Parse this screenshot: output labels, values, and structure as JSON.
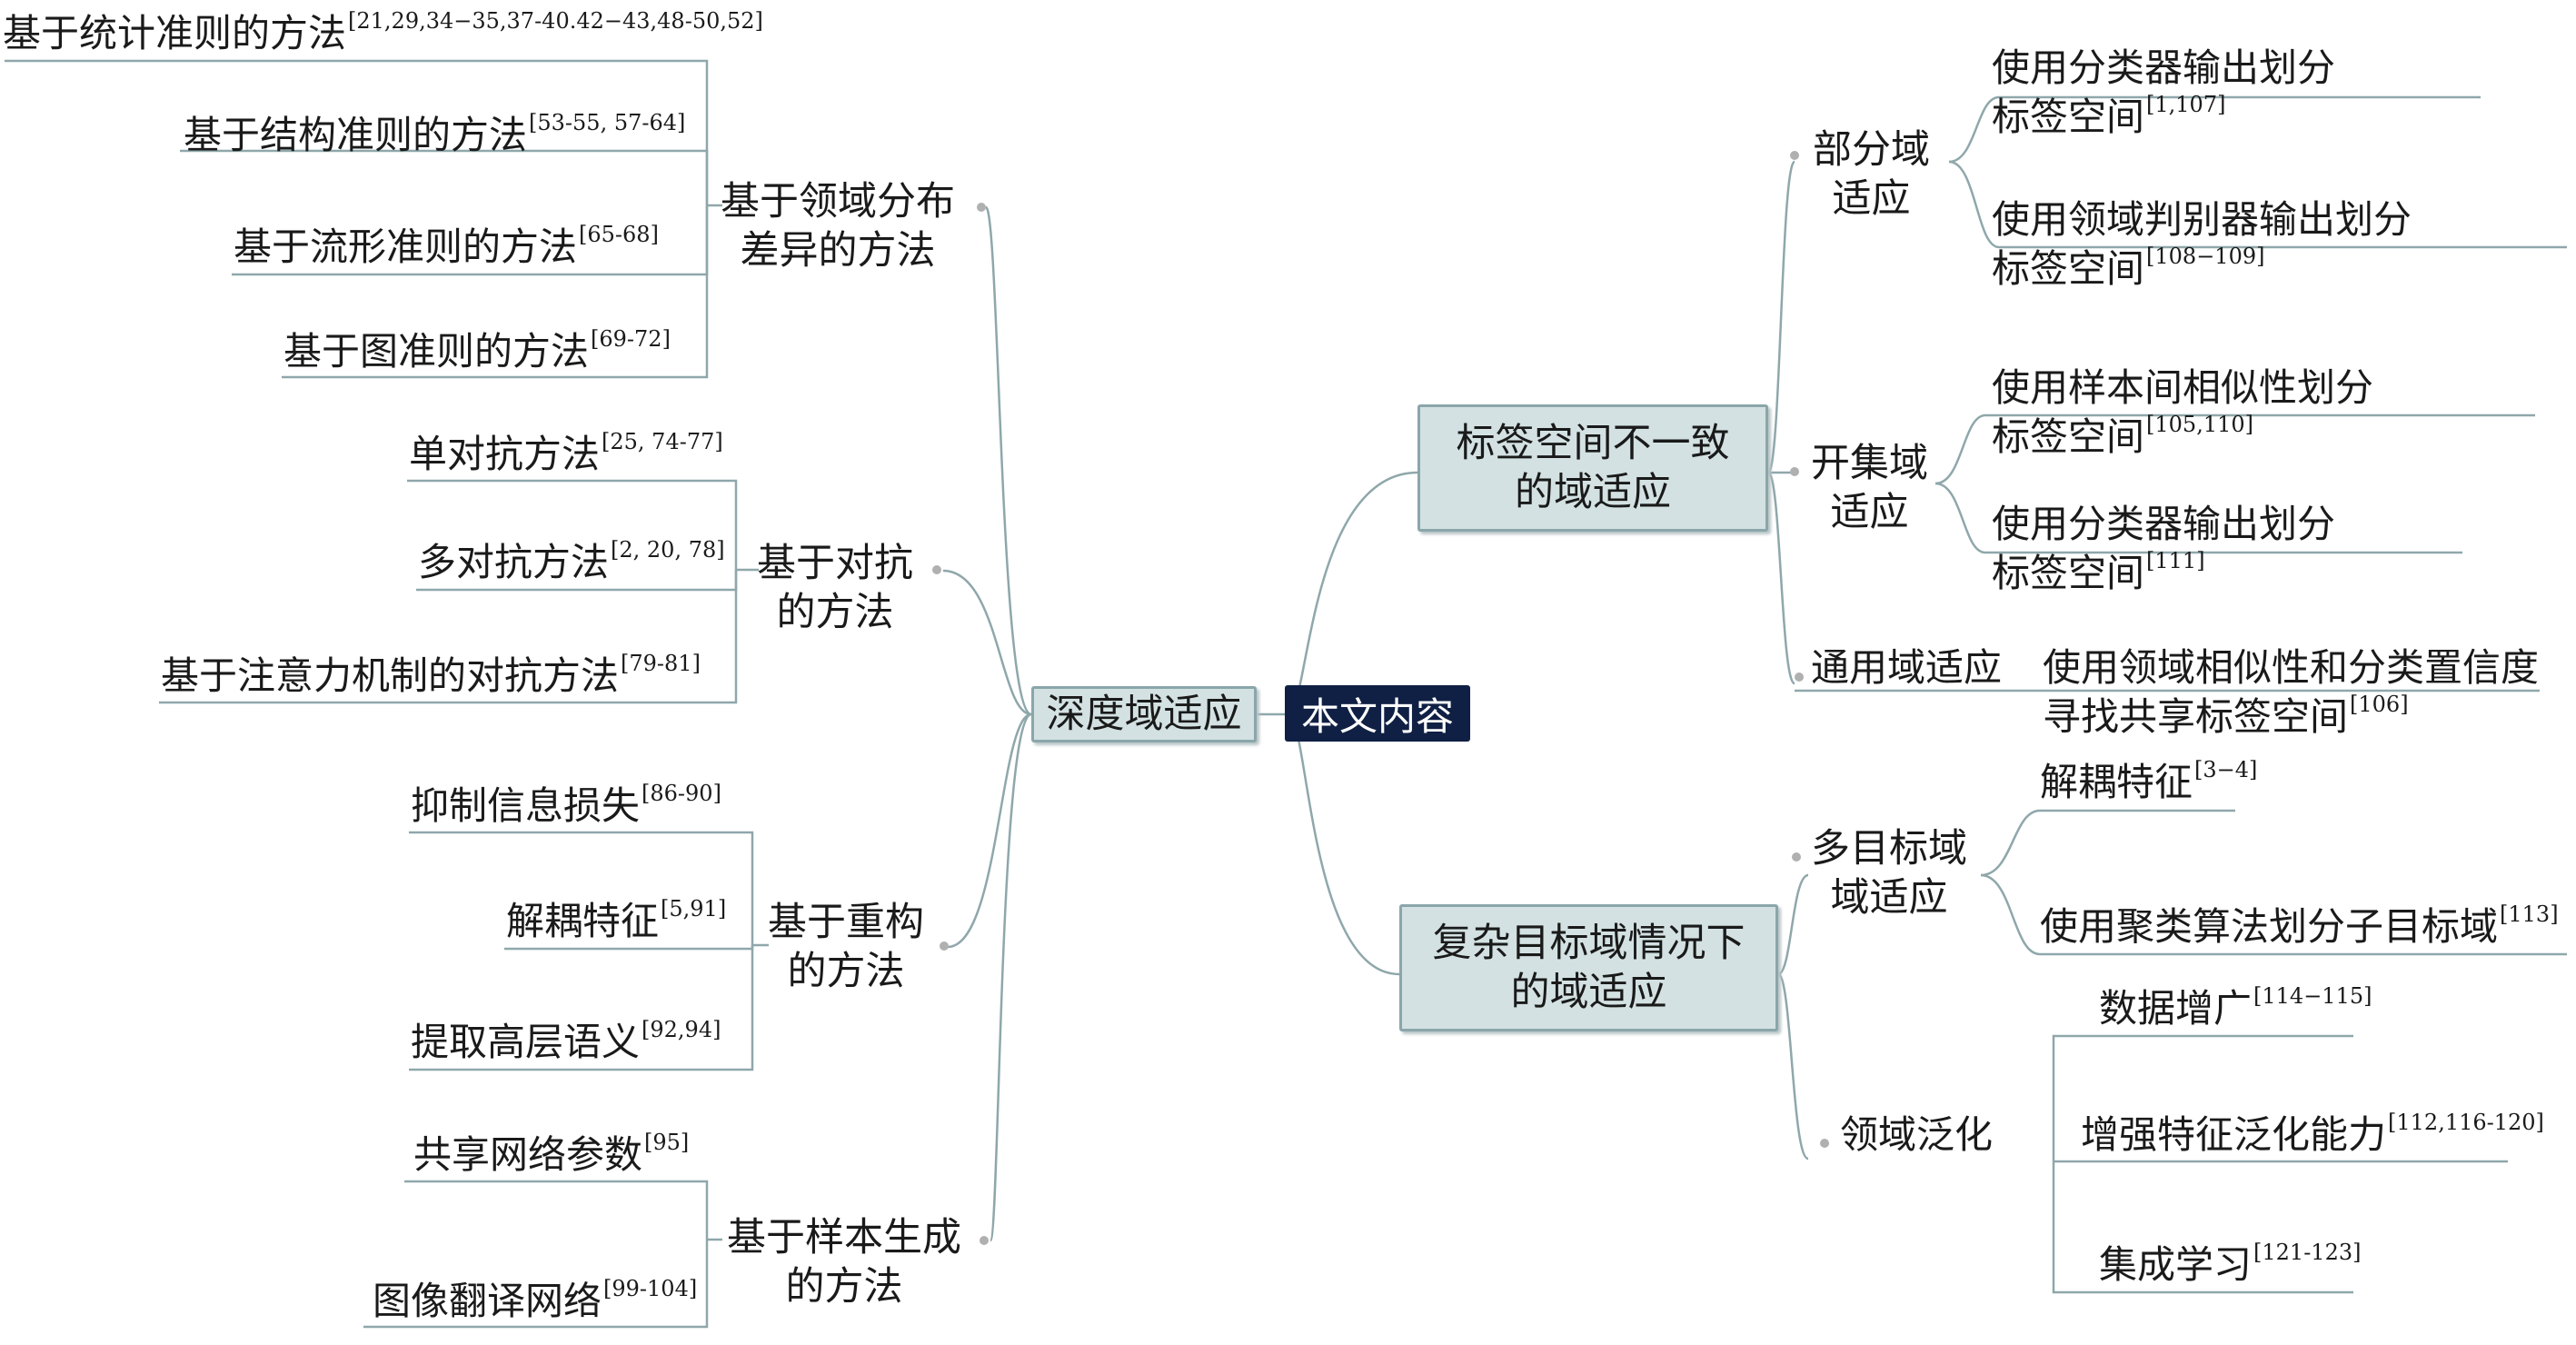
{
  "root": {
    "label": "本文内容"
  },
  "left": {
    "title": "深度域适应",
    "groups": [
      {
        "name_l1": "基于领域分布",
        "name_l2": "差异的方法",
        "items": [
          {
            "text": "基于统计准则的方法",
            "ref": "[21,29,34−35,37-40.42−43,48-50,52]"
          },
          {
            "text": "基于结构准则的方法",
            "ref": "[53-55, 57-64]"
          },
          {
            "text": "基于流形准则的方法",
            "ref": "[65-68]"
          },
          {
            "text": "基于图准则的方法",
            "ref": "[69-72]"
          }
        ]
      },
      {
        "name_l1": "基于对抗",
        "name_l2": "的方法",
        "items": [
          {
            "text": "单对抗方法",
            "ref": "[25, 74-77]"
          },
          {
            "text": "多对抗方法",
            "ref": "[2, 20, 78]"
          },
          {
            "text": "基于注意力机制的对抗方法",
            "ref": "[79-81]"
          }
        ]
      },
      {
        "name_l1": "基于重构",
        "name_l2": "的方法",
        "items": [
          {
            "text": "抑制信息损失",
            "ref": "[86-90]"
          },
          {
            "text": "解耦特征",
            "ref": "[5,91]"
          },
          {
            "text": "提取高层语义",
            "ref": "[92,94]"
          }
        ]
      },
      {
        "name_l1": "基于样本生成",
        "name_l2": "的方法",
        "items": [
          {
            "text": "共享网络参数",
            "ref": "[95]"
          },
          {
            "text": "图像翻译网络",
            "ref": "[99-104]"
          }
        ]
      }
    ]
  },
  "right": {
    "branches": [
      {
        "title_l1": "标签空间不一致",
        "title_l2": "的域适应",
        "subs": [
          {
            "name_l1": "部分域",
            "name_l2": "适应",
            "items": [
              {
                "l1": "使用分类器输出划分",
                "l2": "标签空间",
                "ref": "[1,107]"
              },
              {
                "l1": "使用领域判别器输出划分",
                "l2": "标签空间",
                "ref": "[108−109]"
              }
            ]
          },
          {
            "name_l1": "开集域",
            "name_l2": "适应",
            "items": [
              {
                "l1": "使用样本间相似性划分",
                "l2": "标签空间",
                "ref": "[105,110]"
              },
              {
                "l1": "使用分类器输出划分",
                "l2": "标签空间",
                "ref": "[111]"
              }
            ]
          },
          {
            "name_l1": "通用域适应",
            "name_l2": "",
            "items": [
              {
                "l1": "使用领域相似性和分类置信度",
                "l2": "寻找共享标签空间",
                "ref": "[106]"
              }
            ]
          }
        ]
      },
      {
        "title_l1": "复杂目标域情况下",
        "title_l2": "的域适应",
        "subs": [
          {
            "name_l1": "多目标域",
            "name_l2": "域适应",
            "items": [
              {
                "l1": "解耦特征",
                "l2": "",
                "ref": "[3−4]"
              },
              {
                "l1": "使用聚类算法划分子目标域",
                "l2": "",
                "ref": "[113]"
              }
            ]
          },
          {
            "name_l1": "领域泛化",
            "name_l2": "",
            "items": [
              {
                "l1": "数据增广",
                "l2": "",
                "ref": "[114−115]"
              },
              {
                "l1": "增强特征泛化能力",
                "l2": "",
                "ref": "[112,116-120]"
              },
              {
                "l1": "集成学习",
                "l2": "",
                "ref": "[121-123]"
              }
            ]
          }
        ]
      }
    ]
  }
}
